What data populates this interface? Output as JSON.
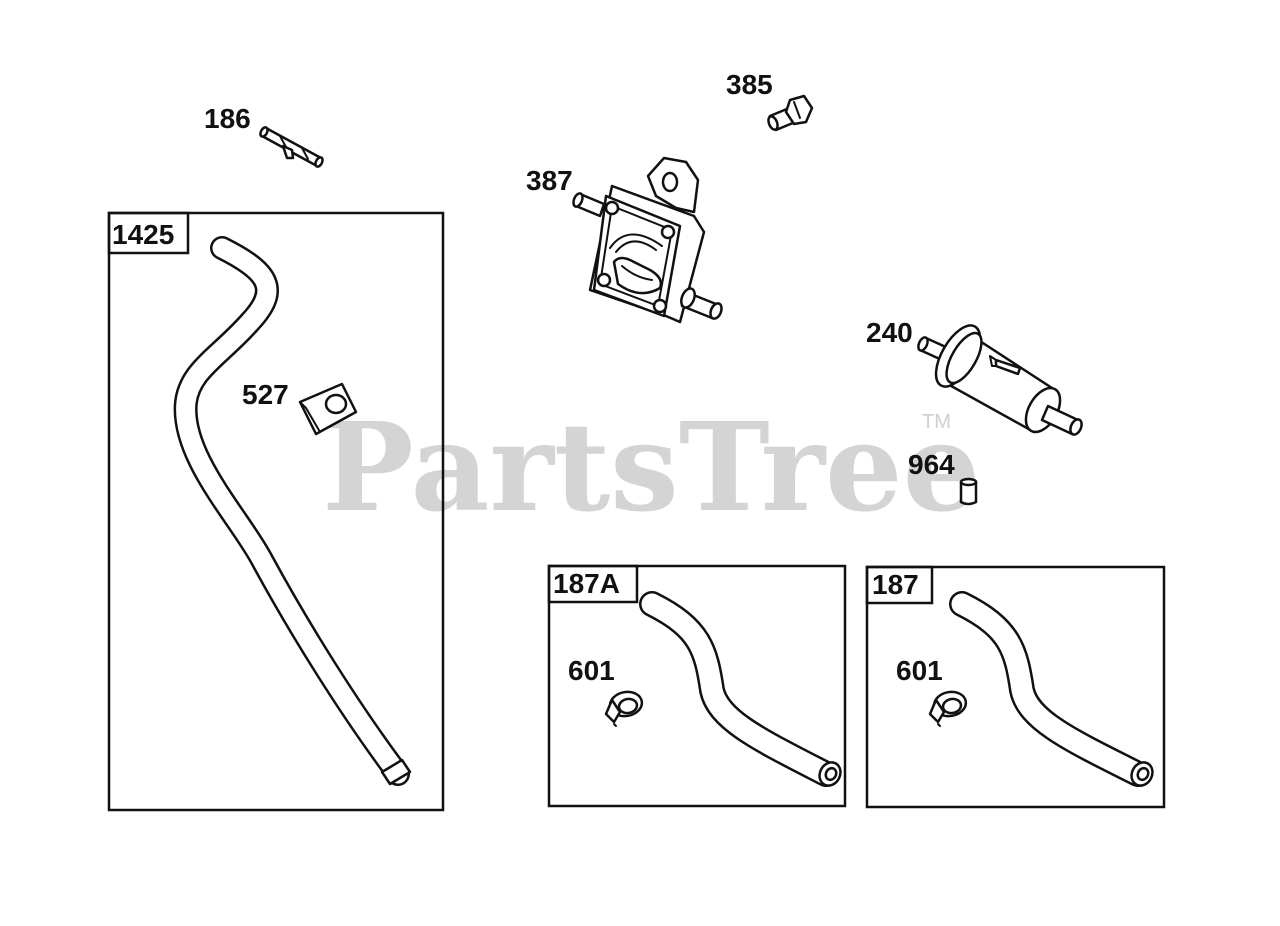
{
  "watermark": {
    "brand": "PartsTree",
    "trademark": "TM"
  },
  "parts": [
    {
      "id": "p186",
      "number": "186"
    },
    {
      "id": "p385",
      "number": "385"
    },
    {
      "id": "p387",
      "number": "387"
    },
    {
      "id": "p240",
      "number": "240"
    },
    {
      "id": "p527",
      "number": "527"
    },
    {
      "id": "p964",
      "number": "964"
    },
    {
      "id": "p601a",
      "number": "601"
    },
    {
      "id": "p601b",
      "number": "601"
    }
  ],
  "kits": [
    {
      "id": "k1425",
      "number": "1425"
    },
    {
      "id": "k187a",
      "number": "187A"
    },
    {
      "id": "k187",
      "number": "187"
    }
  ]
}
